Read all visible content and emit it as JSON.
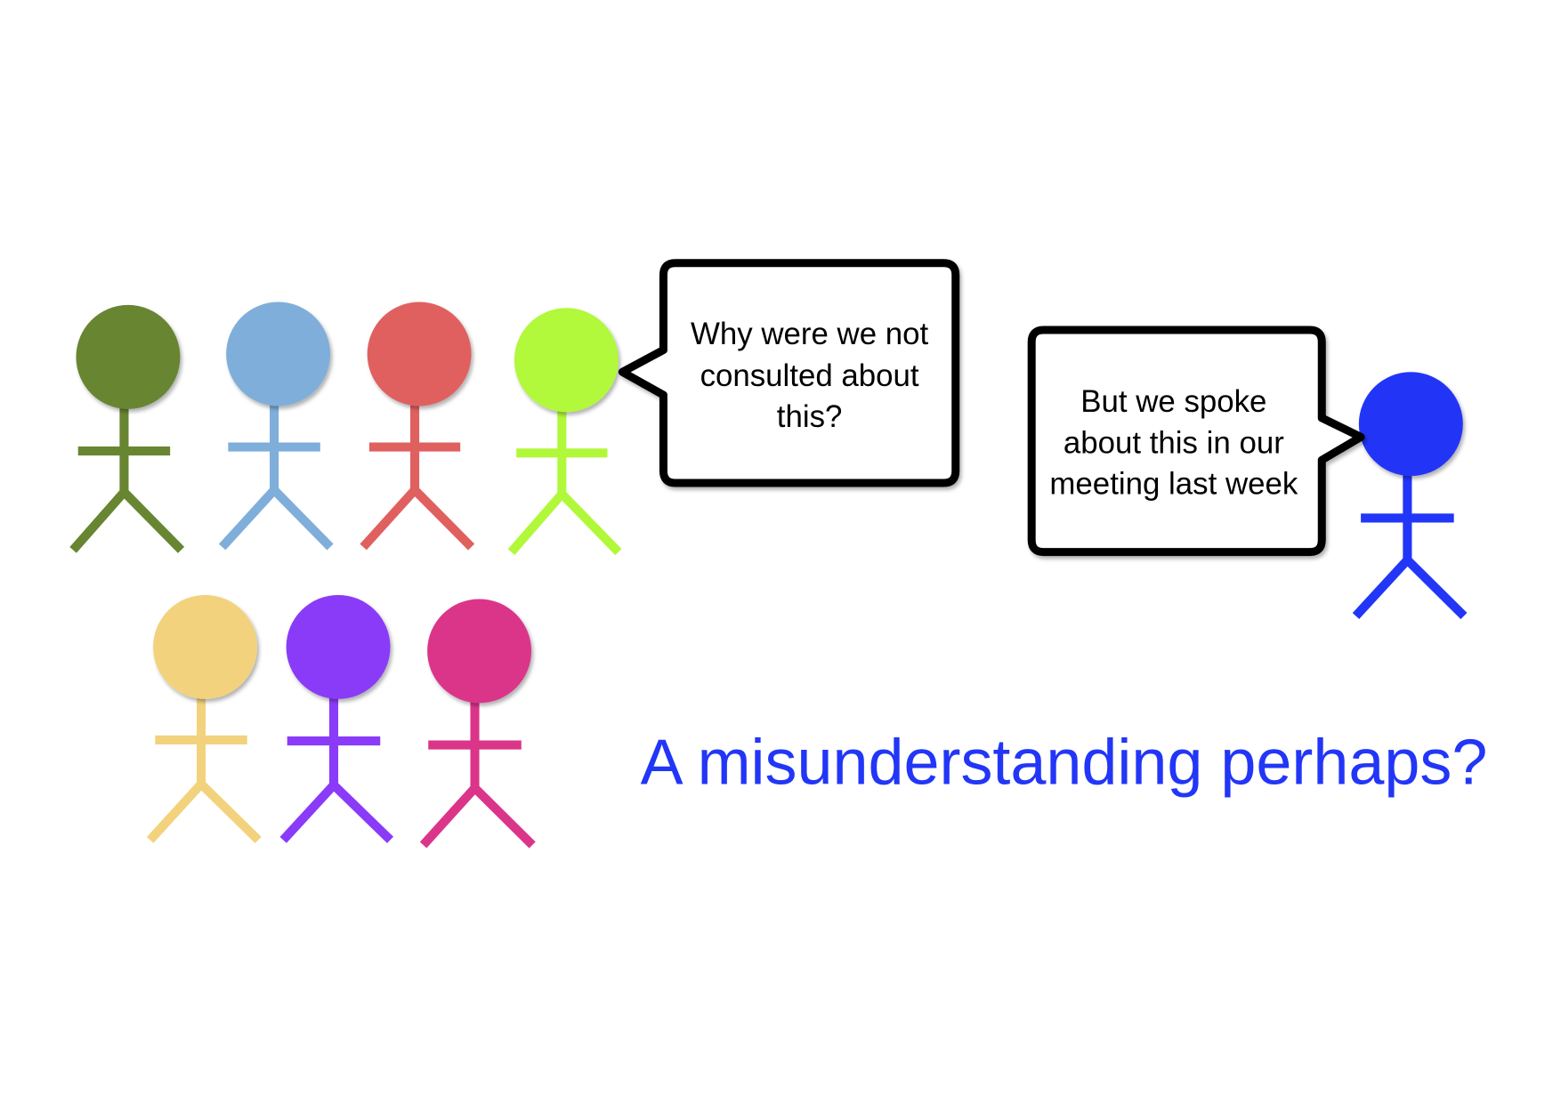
{
  "speech_bubbles": {
    "group_question": {
      "lines": [
        "Why were we not",
        "consulted about",
        "this?"
      ]
    },
    "individual_reply": {
      "lines": [
        "But we spoke",
        "about this in our",
        "meeting last week"
      ]
    }
  },
  "caption": "A misunderstanding perhaps?",
  "colors": {
    "caption": "#2236F7",
    "figures": [
      "#688532",
      "#7FAEDA",
      "#E06060",
      "#B2F83A",
      "#F3D27E",
      "#8A3BF8",
      "#DB358A",
      "#2236F7"
    ],
    "bubble_stroke": "#000000"
  },
  "figures": [
    {
      "name": "stick-figure-green"
    },
    {
      "name": "stick-figure-light-blue"
    },
    {
      "name": "stick-figure-red"
    },
    {
      "name": "stick-figure-lime"
    },
    {
      "name": "stick-figure-yellow"
    },
    {
      "name": "stick-figure-purple"
    },
    {
      "name": "stick-figure-pink"
    },
    {
      "name": "stick-figure-blue"
    }
  ]
}
